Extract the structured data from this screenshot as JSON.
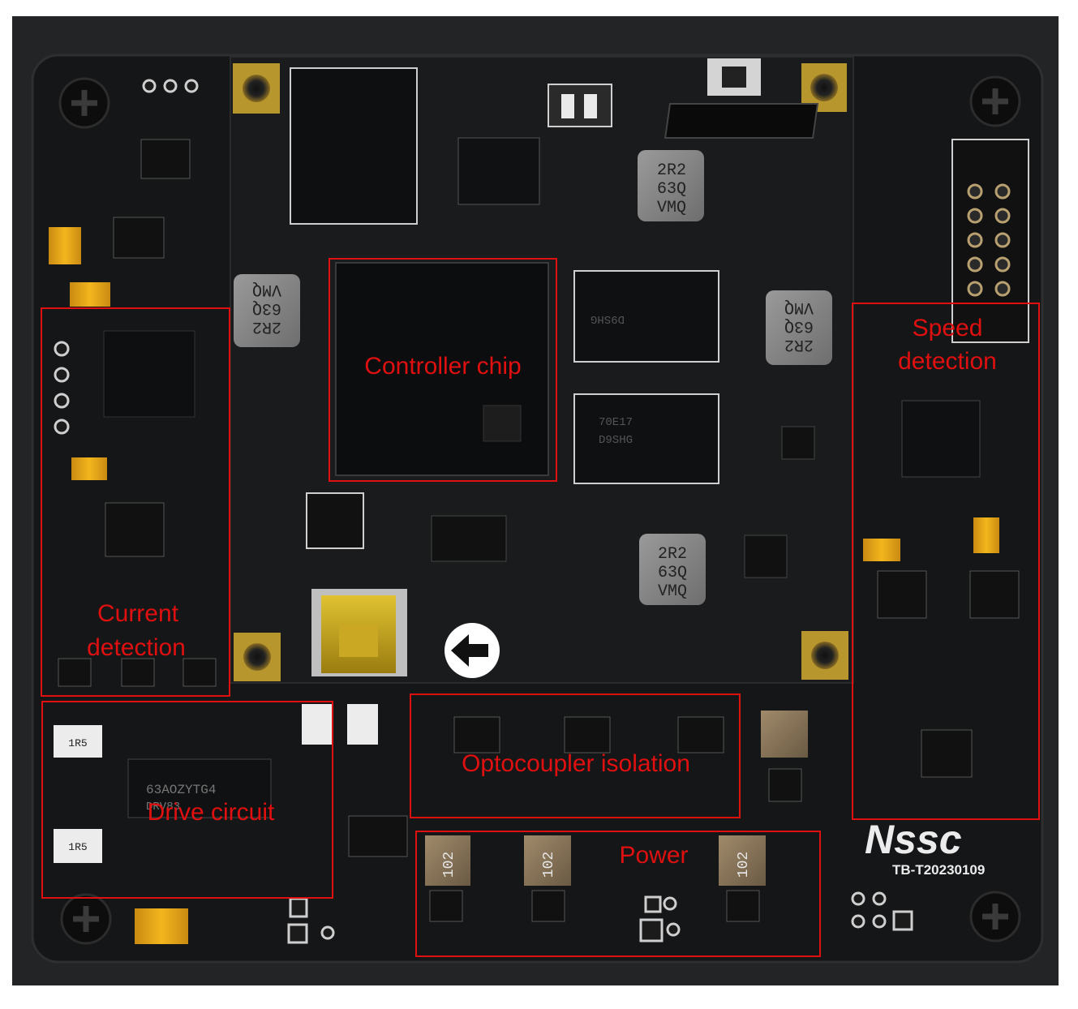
{
  "board": {
    "logo": "Nssc",
    "model": "TB-T20230109"
  },
  "regions": [
    {
      "id": "controller",
      "lines": [
        "Controller chip"
      ]
    },
    {
      "id": "speed",
      "lines": [
        "Speed",
        "detection"
      ]
    },
    {
      "id": "current",
      "lines": [
        "Current",
        "detection"
      ]
    },
    {
      "id": "drive",
      "lines": [
        "Drive circuit"
      ]
    },
    {
      "id": "opto",
      "lines": [
        "Optocoupler isolation"
      ]
    },
    {
      "id": "power",
      "lines": [
        "Power"
      ]
    }
  ],
  "chip_markings": {
    "ind_top": [
      "2R2",
      "63Q",
      "VMQ"
    ],
    "ind_left": [
      "2R2",
      "63Q",
      "VMQ"
    ],
    "ind_right": [
      "2R2",
      "63Q",
      "VMQ"
    ],
    "ind_bottom": [
      "2R2",
      "63Q",
      "VMQ"
    ],
    "drive_ic": [
      "63AOZYTG4",
      "DRV83"
    ],
    "ram1": "D9SHG",
    "ram2": [
      "70E17",
      "D9SHG"
    ],
    "power_ind": "102",
    "resistor": "1R5",
    "cap_code": "102"
  },
  "colors": {
    "pcb": "#161718",
    "annotation": "#e01010",
    "gold": "#b8962e",
    "silk": "#d8d8d8"
  }
}
